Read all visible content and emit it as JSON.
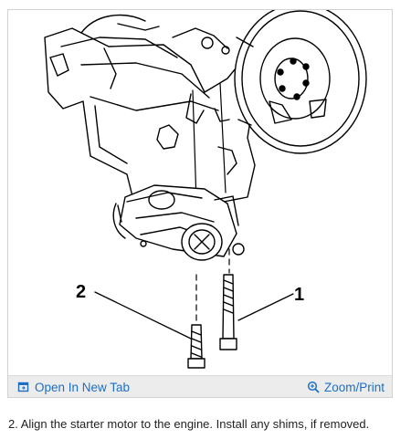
{
  "figure": {
    "callouts": [
      "1",
      "2"
    ],
    "toolbar": {
      "open_tab_label": "Open In New Tab",
      "zoom_print_label": "Zoom/Print",
      "open_tab_icon": "open-in-new-tab-icon",
      "zoom_icon": "zoom-icon",
      "link_color": "#1e6fc4"
    }
  },
  "caption": {
    "text": "2. Align the starter motor to the engine. Install any shims, if removed."
  }
}
